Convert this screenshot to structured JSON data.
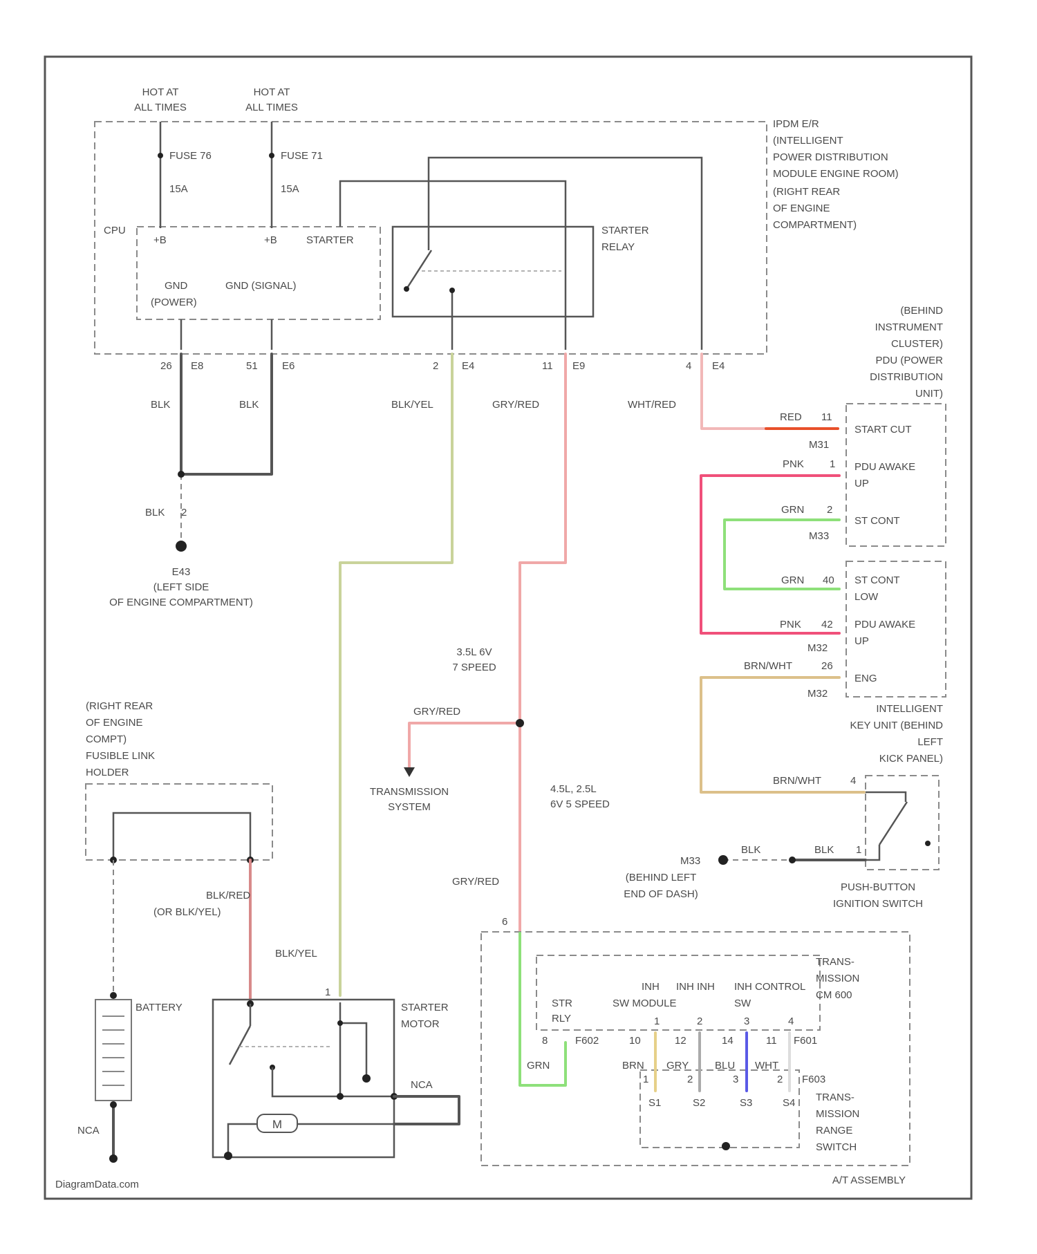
{
  "power": {
    "hot1": [
      "HOT AT",
      "ALL TIMES"
    ],
    "hot2": [
      "HOT AT",
      "ALL TIMES"
    ],
    "fuse1_name": "FUSE 76",
    "fuse1_rating": "15A",
    "fuse2_name": "FUSE 71",
    "fuse2_rating": "15A"
  },
  "ipdm": {
    "label": [
      "IPDM E/R",
      "(INTELLIGENT",
      "POWER DISTRIBUTION",
      "MODULE ENGINE ROOM)",
      "(RIGHT REAR",
      "OF ENGINE",
      "COMPARTMENT)"
    ],
    "cpu": "CPU",
    "b1": "+B",
    "b2": "+B",
    "starter": "STARTER",
    "gnd_power": [
      "GND",
      "(POWER)"
    ],
    "gnd_signal": "GND (SIGNAL)",
    "relay": [
      "STARTER",
      "RELAY"
    ],
    "pins": [
      {
        "pin": "26",
        "conn": "E8"
      },
      {
        "pin": "51",
        "conn": "E6"
      },
      {
        "pin": "2",
        "conn": "E4"
      },
      {
        "pin": "11",
        "conn": "E9"
      },
      {
        "pin": "4",
        "conn": "E4"
      }
    ]
  },
  "wires": {
    "blk1": "BLK",
    "blk2": "BLK",
    "blk_yel": "BLK/YEL",
    "gry_red": "GRY/RED",
    "wht_red": "WHT/RED",
    "blk_gnd": "BLK",
    "gnd_pin": "2"
  },
  "ground_e43": [
    "E43",
    "(LEFT SIDE",
    "OF ENGINE COMPARTMENT)"
  ],
  "pdu": {
    "label": [
      "(BEHIND",
      "INSTRUMENT",
      "CLUSTER)",
      "PDU (POWER",
      "DISTRIBUTION",
      "UNIT)"
    ],
    "red": "RED",
    "red_pin": "11",
    "m31": "M31",
    "start_cut": "START CUT",
    "pnk": "PNK",
    "pnk_pin": "1",
    "pdu_wake1": [
      "PDU AWAKE",
      "UP"
    ],
    "grn": "GRN",
    "grn_pin": "2",
    "st_cont": "ST CONT",
    "m33": "M33",
    "grn2": "GRN",
    "grn2_pin": "40",
    "st_cont_low": [
      "ST CONT",
      "LOW"
    ],
    "pnk2": "PNK",
    "pnk2_pin": "42",
    "pdu_wake2": [
      "PDU AWAKE",
      "UP"
    ],
    "m32": "M32",
    "brn_wht": "BRN/WHT",
    "brn_wht_pin": "26",
    "eng": "ENG",
    "m32b": "M32"
  },
  "key_unit": [
    "INTELLIGENT",
    "KEY UNIT (BEHIND",
    "LEFT",
    "KICK PANEL)"
  ],
  "push_switch": {
    "brn_wht": "BRN/WHT",
    "pin4": "4",
    "m33": "M33",
    "blk1": "BLK",
    "blk2": "BLK",
    "pin1": "1",
    "ground": [
      "(BEHIND LEFT",
      "END OF DASH)"
    ],
    "label": [
      "PUSH-BUTTON",
      "IGNITION SWITCH"
    ]
  },
  "fusible": {
    "label": [
      "(RIGHT REAR",
      "OF ENGINE",
      "COMPT)",
      "FUSIBLE LINK",
      "HOLDER"
    ]
  },
  "battery": {
    "label": "BATTERY",
    "ng": "NCA",
    "wire1": [
      "BLK/RED",
      "(OR BLK/YEL)"
    ]
  },
  "starter_motor": {
    "label": [
      "STARTER",
      "MOTOR"
    ],
    "wire": "BLK/YEL",
    "pin": "1",
    "m": "M",
    "nca": "NCA"
  },
  "branches": {
    "engine_a": [
      "3.5L 6V",
      "7 SPEED"
    ],
    "gry_red_branch": "GRY/RED",
    "trans": [
      "TRANSMISSION",
      "SYSTEM"
    ],
    "engine_b": [
      "4.5L, 2.5L",
      "6V 5 SPEED"
    ],
    "gry_red_lower": "GRY/RED"
  },
  "at": {
    "pin_top": "6",
    "tcm": [
      "TRANS-",
      "MISSION",
      "CM 600"
    ],
    "str_rly": [
      "STR",
      "RLY"
    ],
    "col_header": [
      "INH",
      "INH INH",
      "INH CONTROL"
    ],
    "sw_module": "SW MODULE",
    "sw": "SW",
    "pins_top": [
      "1",
      "2",
      "3",
      "4"
    ],
    "f602": "F602",
    "f601": "F601",
    "grn": "GRN",
    "pin8": "8",
    "wires": [
      "BRN",
      "GRY",
      "BLU",
      "WHT"
    ],
    "nums_a": [
      "10",
      "12",
      "14",
      "11"
    ],
    "nums_b": [
      "1",
      "2",
      "3",
      "2"
    ],
    "f603": "F603",
    "conns": [
      "S1",
      "S2",
      "S3",
      "S4"
    ],
    "range_switch": [
      "TRANS-",
      "MISSION",
      "RANGE",
      "SWITCH"
    ],
    "assembly": "A/T ASSEMBLY"
  },
  "footer": "DiagramData.com",
  "colors": {
    "blk": "#4a4a4a",
    "blk_yel": "#c9d39a",
    "gry_red": "#f0a8a8",
    "wht_red": "#f2b8b8",
    "red": "#e8502a",
    "pnk": "#f0507a",
    "grn": "#8ee07a",
    "brn_wht": "#dcc08a",
    "blu": "#5a5ae6",
    "brn": "#e6d089"
  }
}
